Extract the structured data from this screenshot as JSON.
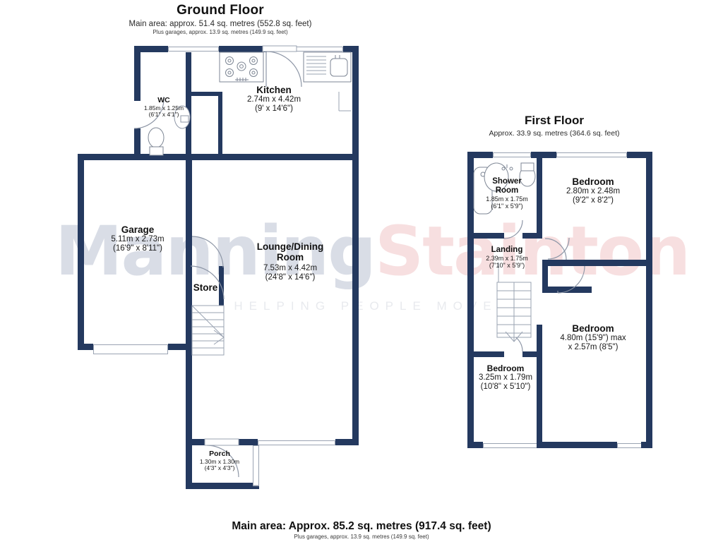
{
  "document": {
    "type": "floor-plan",
    "footer_main": "Main area: Approx. 85.2 sq. metres (917.4 sq. feet)",
    "footer_sub": "Plus garages, approx. 13.9 sq. metres (149.9 sq. feet)"
  },
  "watermark": {
    "word1": "Manning",
    "word2": "Stainton",
    "tagline": "HELPING PEOPLE MOVE",
    "color1": "#d9dde6",
    "color2": "#f7dfe0"
  },
  "colors": {
    "wall": "#24395f",
    "fixture_outline": "#7d8694",
    "text": "#111111",
    "background": "#ffffff"
  },
  "ground_floor": {
    "title": "Ground Floor",
    "subtitle": "Main area: approx. 51.4 sq. metres (552.8 sq. feet)",
    "subtitle2": "Plus garages, approx. 13.9 sq. metres (149.9 sq. feet)",
    "rooms": [
      {
        "name": "WC",
        "metric": "1.85m x 1.25m",
        "imperial": "(6'1\" x 4'1\")"
      },
      {
        "name": "Kitchen",
        "metric": "2.74m x 4.42m",
        "imperial": "(9' x 14'6\")"
      },
      {
        "name": "Garage",
        "metric": "5.11m x 2.73m",
        "imperial": "(16'9\" x 8'11\")"
      },
      {
        "name": "Lounge/Dining",
        "name2": "Room",
        "metric": "7.53m x 4.42m",
        "imperial": "(24'8\" x 14'6\")"
      },
      {
        "name": "Store",
        "metric": "",
        "imperial": ""
      },
      {
        "name": "Porch",
        "metric": "1.30m x 1.30m",
        "imperial": "(4'3\" x 4'3\")"
      }
    ]
  },
  "first_floor": {
    "title": "First Floor",
    "subtitle": "Approx. 33.9 sq. metres (364.6 sq. feet)",
    "rooms": [
      {
        "name": "Shower",
        "name2": "Room",
        "metric": "1.85m x 1.75m",
        "imperial": "(6'1\" x 5'9\")"
      },
      {
        "name": "Bedroom",
        "metric": "2.80m x 2.48m",
        "imperial": "(9'2\" x 8'2\")"
      },
      {
        "name": "Landing",
        "metric": "2.39m x 1.75m",
        "imperial": "(7'10\" x 5'9\")"
      },
      {
        "name": "Bedroom",
        "metric": "4.80m (15'9\") max",
        "imperial": "x 2.57m (8'5\")"
      },
      {
        "name": "Bedroom",
        "metric": "3.25m x 1.79m",
        "imperial": "(10'8\" x 5'10\")"
      }
    ]
  }
}
